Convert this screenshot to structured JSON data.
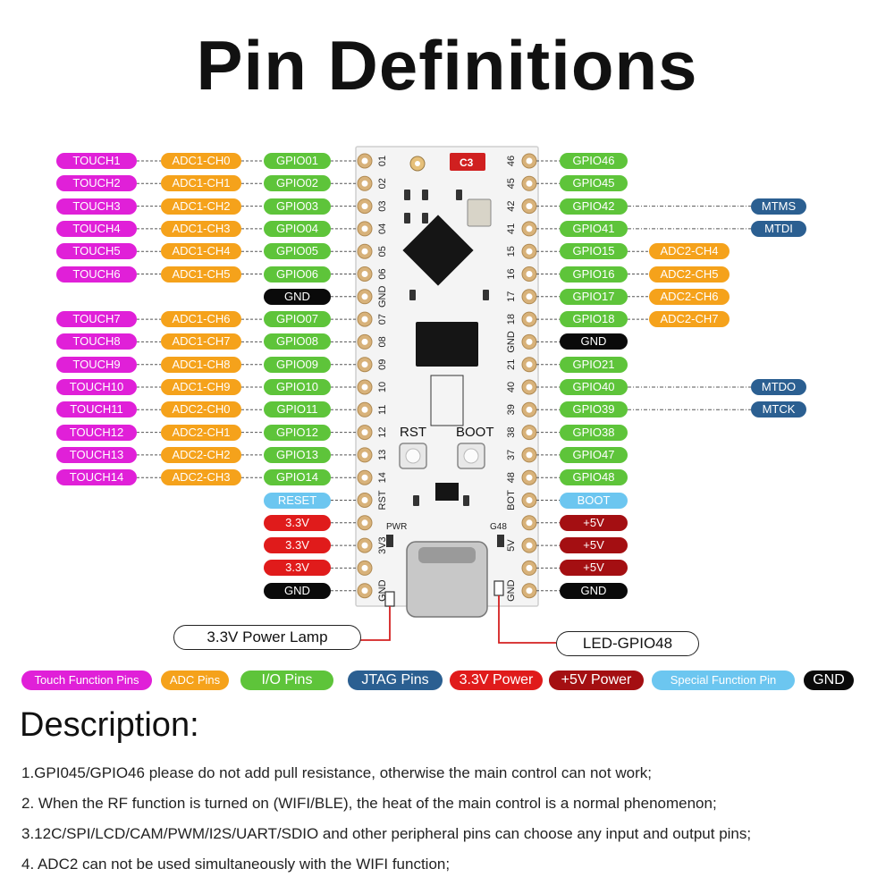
{
  "title": "Pin Definitions",
  "colors": {
    "touch": "#e020d8",
    "adc": "#f5a21b",
    "io": "#5ec43a",
    "jtag": "#2b5f91",
    "power33": "#e01b1b",
    "power5": "#a40f12",
    "special": "#6cc6f0",
    "gnd": "#0a0a0a",
    "board": "#f4f4f4",
    "pad": "#d8b27a"
  },
  "left_rows": [
    {
      "touch": "TOUCH1",
      "adc": "ADC1-CH0",
      "pin": "GPIO01",
      "type": "io",
      "silk": "01"
    },
    {
      "touch": "TOUCH2",
      "adc": "ADC1-CH1",
      "pin": "GPIO02",
      "type": "io",
      "silk": "02"
    },
    {
      "touch": "TOUCH3",
      "adc": "ADC1-CH2",
      "pin": "GPIO03",
      "type": "io",
      "silk": "03"
    },
    {
      "touch": "TOUCH4",
      "adc": "ADC1-CH3",
      "pin": "GPIO04",
      "type": "io",
      "silk": "04"
    },
    {
      "touch": "TOUCH5",
      "adc": "ADC1-CH4",
      "pin": "GPIO05",
      "type": "io",
      "silk": "05"
    },
    {
      "touch": "TOUCH6",
      "adc": "ADC1-CH5",
      "pin": "GPIO06",
      "type": "io",
      "silk": "06"
    },
    {
      "touch": "",
      "adc": "",
      "pin": "GND",
      "type": "gnd",
      "silk": "GND"
    },
    {
      "touch": "TOUCH7",
      "adc": "ADC1-CH6",
      "pin": "GPIO07",
      "type": "io",
      "silk": "07"
    },
    {
      "touch": "TOUCH8",
      "adc": "ADC1-CH7",
      "pin": "GPIO08",
      "type": "io",
      "silk": "08"
    },
    {
      "touch": "TOUCH9",
      "adc": "ADC1-CH8",
      "pin": "GPIO09",
      "type": "io",
      "silk": "09"
    },
    {
      "touch": "TOUCH10",
      "adc": "ADC1-CH9",
      "pin": "GPIO10",
      "type": "io",
      "silk": "10"
    },
    {
      "touch": "TOUCH11",
      "adc": "ADC2-CH0",
      "pin": "GPIO11",
      "type": "io",
      "silk": "11"
    },
    {
      "touch": "TOUCH12",
      "adc": "ADC2-CH1",
      "pin": "GPIO12",
      "type": "io",
      "silk": "12"
    },
    {
      "touch": "TOUCH13",
      "adc": "ADC2-CH2",
      "pin": "GPIO13",
      "type": "io",
      "silk": "13"
    },
    {
      "touch": "TOUCH14",
      "adc": "ADC2-CH3",
      "pin": "GPIO14",
      "type": "io",
      "silk": "14"
    },
    {
      "touch": "",
      "adc": "",
      "pin": "RESET",
      "type": "special",
      "silk": "RST"
    },
    {
      "touch": "",
      "adc": "",
      "pin": "3.3V",
      "type": "power33",
      "silk": ""
    },
    {
      "touch": "",
      "adc": "",
      "pin": "3.3V",
      "type": "power33",
      "silk": "3V3"
    },
    {
      "touch": "",
      "adc": "",
      "pin": "3.3V",
      "type": "power33",
      "silk": ""
    },
    {
      "touch": "",
      "adc": "",
      "pin": "GND",
      "type": "gnd",
      "silk": "GND"
    }
  ],
  "right_rows": [
    {
      "pin": "GPIO46",
      "type": "io",
      "extra": "",
      "extra_type": "",
      "silk": "46"
    },
    {
      "pin": "GPIO45",
      "type": "io",
      "extra": "",
      "extra_type": "",
      "silk": "45"
    },
    {
      "pin": "GPIO42",
      "type": "io",
      "extra": "MTMS",
      "extra_type": "jtag",
      "silk": "42"
    },
    {
      "pin": "GPIO41",
      "type": "io",
      "extra": "MTDI",
      "extra_type": "jtag",
      "silk": "41"
    },
    {
      "pin": "GPIO15",
      "type": "io",
      "extra": "ADC2-CH4",
      "extra_type": "adc",
      "silk": "15"
    },
    {
      "pin": "GPIO16",
      "type": "io",
      "extra": "ADC2-CH5",
      "extra_type": "adc",
      "silk": "16"
    },
    {
      "pin": "GPIO17",
      "type": "io",
      "extra": "ADC2-CH6",
      "extra_type": "adc",
      "silk": "17"
    },
    {
      "pin": "GPIO18",
      "type": "io",
      "extra": "ADC2-CH7",
      "extra_type": "adc",
      "silk": "18"
    },
    {
      "pin": "GND",
      "type": "gnd",
      "extra": "",
      "extra_type": "",
      "silk": "GND"
    },
    {
      "pin": "GPIO21",
      "type": "io",
      "extra": "",
      "extra_type": "",
      "silk": "21"
    },
    {
      "pin": "GPIO40",
      "type": "io",
      "extra": "MTDO",
      "extra_type": "jtag",
      "silk": "40"
    },
    {
      "pin": "GPIO39",
      "type": "io",
      "extra": "MTCK",
      "extra_type": "jtag",
      "silk": "39"
    },
    {
      "pin": "GPIO38",
      "type": "io",
      "extra": "",
      "extra_type": "",
      "silk": "38"
    },
    {
      "pin": "GPIO47",
      "type": "io",
      "extra": "",
      "extra_type": "",
      "silk": "37"
    },
    {
      "pin": "GPIO48",
      "type": "io",
      "extra": "",
      "extra_type": "",
      "silk": "48"
    },
    {
      "pin": "BOOT",
      "type": "special",
      "extra": "",
      "extra_type": "",
      "silk": "BOT"
    },
    {
      "pin": "+5V",
      "type": "power5",
      "extra": "",
      "extra_type": "",
      "silk": ""
    },
    {
      "pin": "+5V",
      "type": "power5",
      "extra": "",
      "extra_type": "",
      "silk": "5V"
    },
    {
      "pin": "+5V",
      "type": "power5",
      "extra": "",
      "extra_type": "",
      "silk": ""
    },
    {
      "pin": "GND",
      "type": "gnd",
      "extra": "",
      "extra_type": "",
      "silk": "GND"
    }
  ],
  "board": {
    "chip_label": "C3",
    "rst_label": "RST",
    "boot_label": "BOOT",
    "pwr_label": "PWR",
    "g48_label": "G48"
  },
  "callouts": {
    "power_lamp": "3.3V Power Lamp",
    "led": "LED-GPIO48"
  },
  "legend": [
    {
      "label": "Touch Function Pins",
      "type": "touch"
    },
    {
      "label": "ADC Pins",
      "type": "adc"
    },
    {
      "label": "I/O Pins",
      "type": "io"
    },
    {
      "label": "JTAG Pins",
      "type": "jtag"
    },
    {
      "label": "3.3V Power",
      "type": "power33"
    },
    {
      "label": "+5V Power",
      "type": "power5"
    },
    {
      "label": "Special Function Pin",
      "type": "special"
    },
    {
      "label": "GND",
      "type": "gnd"
    }
  ],
  "description": {
    "heading": "Description:",
    "lines": [
      "1.GPI045/GPIO46 please do not add pull resistance, otherwise the main control can not work;",
      "2. When the RF function is turned on (WIFI/BLE), the heat of the main control is a normal phenomenon;",
      "3.12C/SPI/LCD/CAM/PWM/I2S/UART/SDIO and other peripheral pins can choose any input and output pins;",
      "4. ADC2 can not be used simultaneously with the WIFI function;"
    ]
  }
}
